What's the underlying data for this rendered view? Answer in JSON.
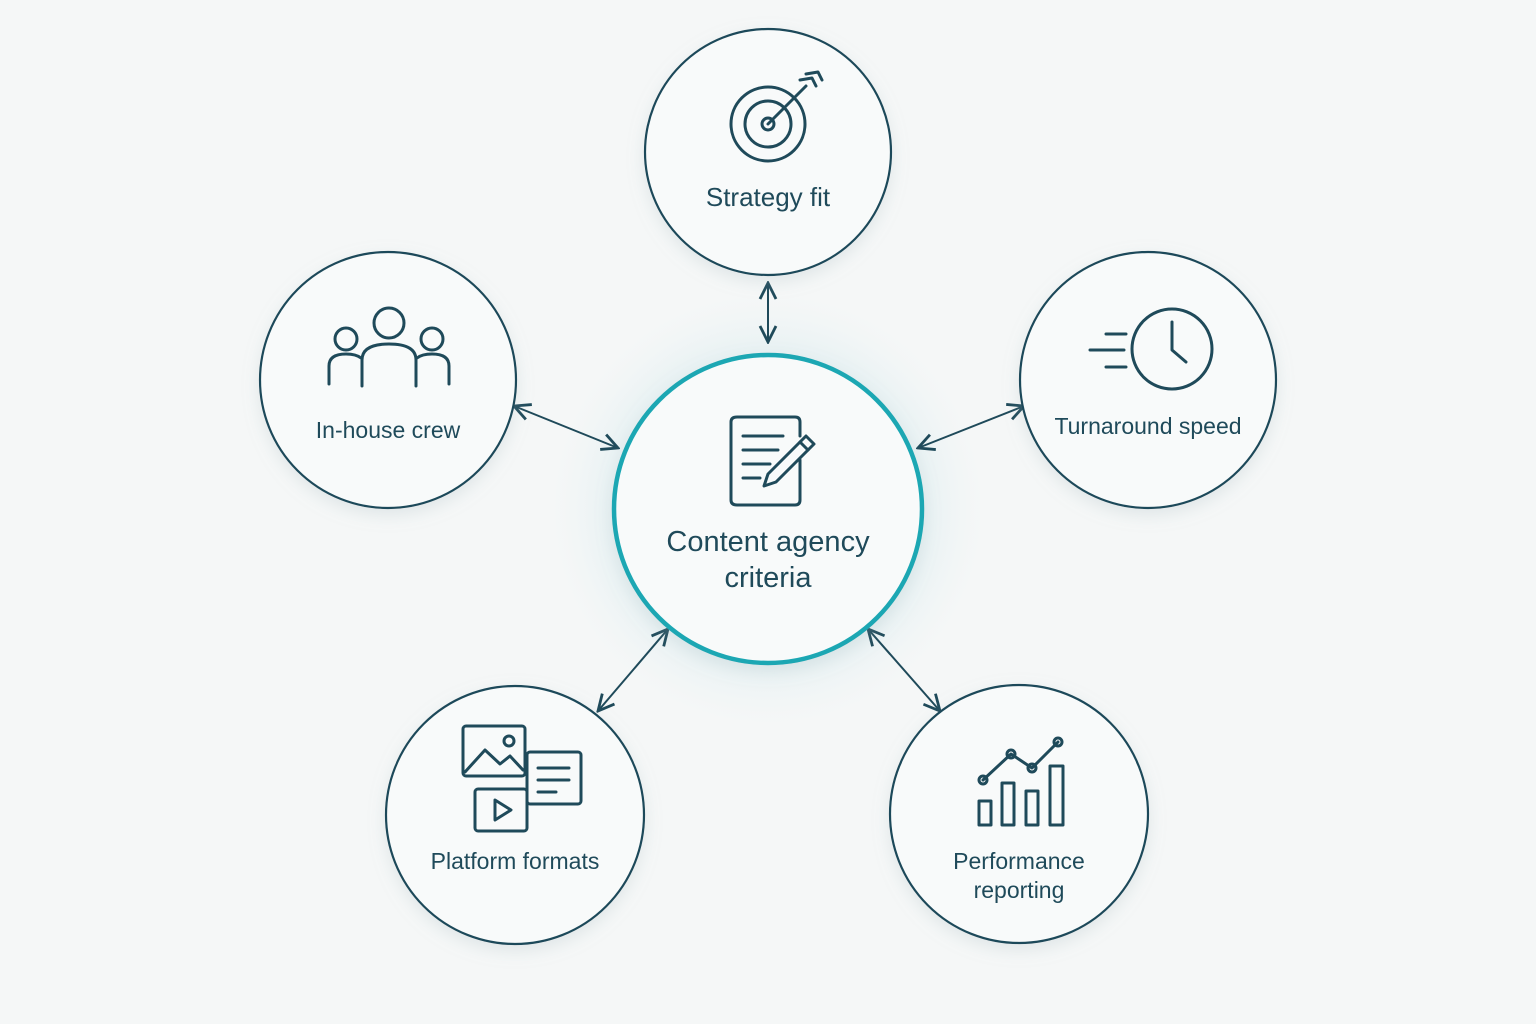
{
  "center": {
    "label_line1": "Content agency",
    "label_line2": "criteria",
    "icon": "document-edit-icon"
  },
  "nodes": {
    "strategy": {
      "label": "Strategy fit",
      "icon": "target-arrow-icon"
    },
    "inhouse": {
      "label": "In-house crew",
      "icon": "team-icon"
    },
    "turnaround": {
      "label": "Turnaround speed",
      "icon": "fast-clock-icon"
    },
    "platform": {
      "label": "Platform formats",
      "icon": "media-formats-icon"
    },
    "performance": {
      "label_line1": "Performance",
      "label_line2": "reporting",
      "icon": "bar-line-chart-icon"
    }
  },
  "colors": {
    "background": "#f5f7f7",
    "node_stroke": "#1f4a5a",
    "center_stroke": "#1aa7b3",
    "glow": "#e3eff1",
    "text": "#1f4a5a"
  }
}
